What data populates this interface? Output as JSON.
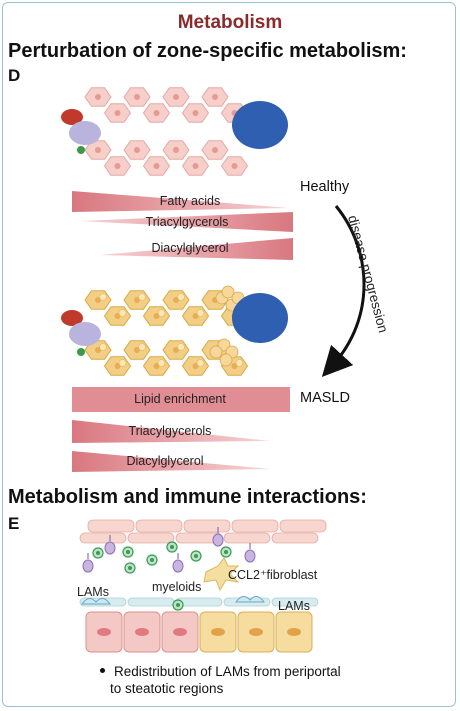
{
  "title": "Metabolism",
  "section_d": {
    "heading": "Perturbation of zone-specific metabolism:",
    "letter": "D",
    "healthy_label": "Healthy",
    "masld_label": "MASLD",
    "arrow_label": "disease progression",
    "healthy_bars": [
      "Fatty acids",
      "Triacylgycerols",
      "Diacylglycerol"
    ],
    "masld_bars": [
      "Lipid enrichment",
      "Triacylgycerols",
      "Diacylglycerol"
    ]
  },
  "section_e": {
    "heading": "Metabolism and immune interactions:",
    "letter": "E",
    "labels": {
      "lams_left": "LAMs",
      "myeloids": "myeloids",
      "fibroblast": "CCL2⁺fibroblast",
      "lams_right": "LAMs"
    },
    "bullet_line1": "Redistribution of LAMs from periportal",
    "bullet_line2": "to  steatotic regions"
  },
  "colors": {
    "title": "#8a2b2b",
    "healthy_cell": "#f5c9c4",
    "steatotic_cell": "#f3cf86",
    "vein": "#2f5fb0",
    "bar": "#e49aa0"
  }
}
